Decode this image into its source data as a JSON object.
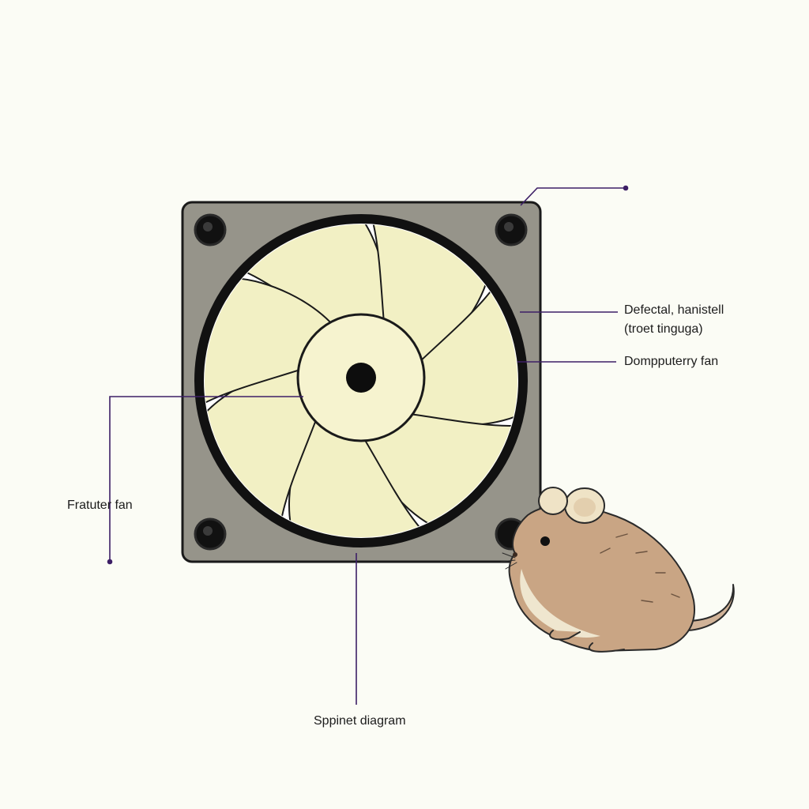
{
  "labels": {
    "top_right_1": "Defectal, hanistell",
    "top_right_2": "(troet tinguga)",
    "right_mid": "Dompputerry fan",
    "left": "Fratuter fan",
    "bottom": "Sppinet diagram"
  },
  "colors": {
    "background": "#fbfcf5",
    "frame": "#96948a",
    "blade": "#f2f0c4",
    "leader_line": "#3d1f66",
    "outline": "#111111",
    "mouse_fur": "#c9a584",
    "mouse_belly": "#efe6cf"
  },
  "icons": {
    "fan": "computer-fan-illustration",
    "mouse": "mouse-illustration"
  }
}
